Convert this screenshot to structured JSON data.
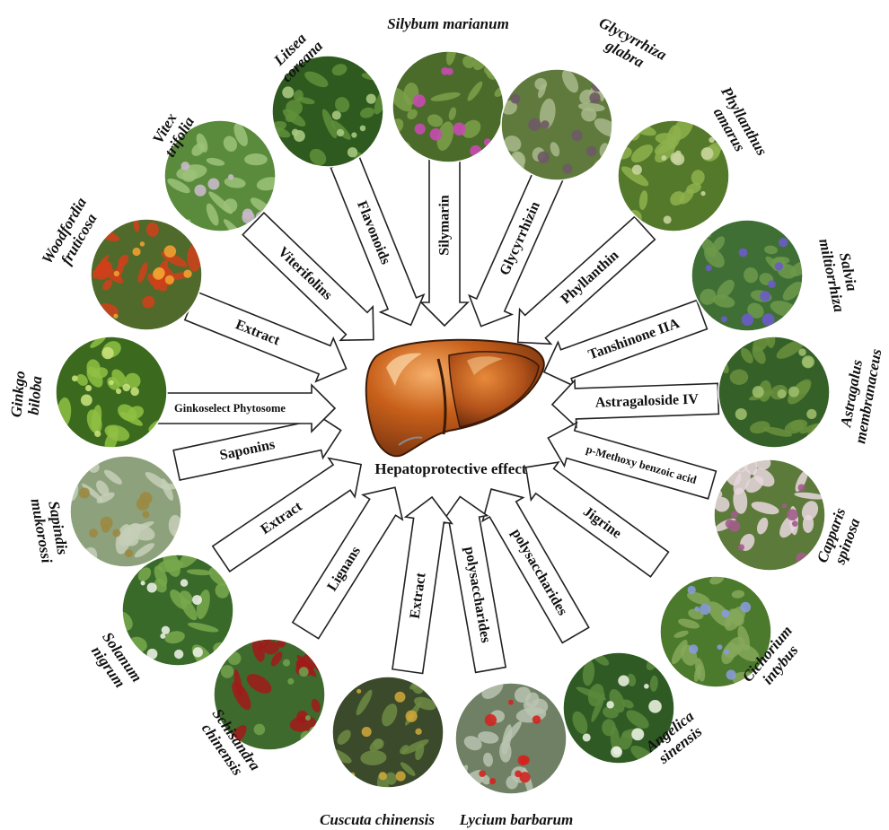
{
  "center": {
    "label": "Hepatoprotective effect",
    "icon": "liver-icon",
    "colors": {
      "liver_main": "#c8601a",
      "liver_dark": "#7a3410",
      "liver_light": "#f2a45c",
      "liver_outline": "#3a1a08"
    }
  },
  "plants": [
    {
      "id": "silybum-marianum",
      "name_lines": [
        "Silybum marianum"
      ],
      "compound_lines": [
        "Silymarin"
      ],
      "photo_palette": [
        "#4b6b2a",
        "#7da04a",
        "#c64bb0"
      ]
    },
    {
      "id": "glycyrrhiza-glabra",
      "name_lines": [
        "Glycyrrhiza",
        "glabra"
      ],
      "compound_lines": [
        "Glycyrrhizin"
      ],
      "photo_palette": [
        "#5f7a3c",
        "#a8b98a",
        "#6e5a66"
      ]
    },
    {
      "id": "phyllanthus-amarus",
      "name_lines": [
        "Phyllanthus",
        "amarus"
      ],
      "compound_lines": [
        "Phyllanthin"
      ],
      "photo_palette": [
        "#55792b",
        "#8fb14e",
        "#c7d39b"
      ]
    },
    {
      "id": "salvia-miltiorrhiza",
      "name_lines": [
        "Salvia",
        "miltiorrhiza"
      ],
      "compound_lines": [
        "Tanshinone IIA"
      ],
      "photo_palette": [
        "#3f6f35",
        "#6d9a4a",
        "#6a5cc8"
      ]
    },
    {
      "id": "astragalus-membranaceus",
      "name_lines": [
        "Astragalus",
        "membranaceus"
      ],
      "compound_lines": [
        "Astragaloside IV"
      ],
      "photo_palette": [
        "#356028",
        "#68913c",
        "#9cbc6a"
      ]
    },
    {
      "id": "capparis-spinosa",
      "name_lines": [
        "Capparis",
        "spinosa"
      ],
      "compound_lines": [
        "p-Methoxy benzoic acid"
      ],
      "photo_palette": [
        "#5c7a3a",
        "#e7d7de",
        "#a15c8a"
      ]
    },
    {
      "id": "cichorium-intybus",
      "name_lines": [
        "Cichorium",
        "intybus"
      ],
      "compound_lines": [
        "Jigrine"
      ],
      "photo_palette": [
        "#4c7a2c",
        "#86a85a",
        "#8a9ad8"
      ]
    },
    {
      "id": "angelica-sinensis",
      "name_lines": [
        "Angelica",
        "sinensis"
      ],
      "compound_lines": [
        "polysaccharides"
      ],
      "photo_palette": [
        "#2f5a24",
        "#5b8a3c",
        "#e8eede"
      ]
    },
    {
      "id": "lycium-barbarum",
      "name_lines": [
        "Lycium barbarum"
      ],
      "compound_lines": [
        "polysaccharides"
      ],
      "photo_palette": [
        "#6f8064",
        "#b8c3b0",
        "#d2231f"
      ]
    },
    {
      "id": "cuscuta-chinensis",
      "name_lines": [
        "Cuscuta chinensis"
      ],
      "compound_lines": [
        "Extract"
      ],
      "photo_palette": [
        "#3a4a2a",
        "#6e8a44",
        "#c9a43a"
      ]
    },
    {
      "id": "schisandra-chinensis",
      "name_lines": [
        "Schisandra",
        "chinensis"
      ],
      "compound_lines": [
        "Lignans"
      ],
      "photo_palette": [
        "#3f6a2e",
        "#a11a1a",
        "#6fa04a"
      ]
    },
    {
      "id": "solanum-nigrum",
      "name_lines": [
        "Solanum",
        "nigrum"
      ],
      "compound_lines": [
        "Extract"
      ],
      "photo_palette": [
        "#3a6a2a",
        "#79a84c",
        "#e9eee2"
      ]
    },
    {
      "id": "sapindis-mukorossi",
      "name_lines": [
        "Sapindis",
        "mukorossi"
      ],
      "compound_lines": [
        "Saponins"
      ],
      "photo_palette": [
        "#8da27c",
        "#c6cfb9",
        "#9b8a42"
      ]
    },
    {
      "id": "ginkgo-biloba",
      "name_lines": [
        "Ginkgo",
        "biloba"
      ],
      "compound_lines": [
        "Ginkoselect Phytosome"
      ],
      "photo_palette": [
        "#3b6a1e",
        "#8fc043",
        "#c6e07a"
      ]
    },
    {
      "id": "woodfordia-fruticosa",
      "name_lines": [
        "Woodfordia",
        "fruticosa"
      ],
      "compound_lines": [
        "Extract"
      ],
      "photo_palette": [
        "#4f6a2a",
        "#d0401a",
        "#f0a030"
      ]
    },
    {
      "id": "vitex-trifolia",
      "name_lines": [
        "Vitex",
        "trifolia"
      ],
      "compound_lines": [
        "Viterifolins"
      ],
      "photo_palette": [
        "#5a8a3c",
        "#9cc27a",
        "#c7b9c6"
      ]
    },
    {
      "id": "litsea-coreana",
      "name_lines": [
        "Litsea",
        "coreana"
      ],
      "compound_lines": [
        "Flavonoids"
      ],
      "photo_palette": [
        "#2f5a1f",
        "#5f913a",
        "#a7c77e"
      ]
    }
  ]
}
